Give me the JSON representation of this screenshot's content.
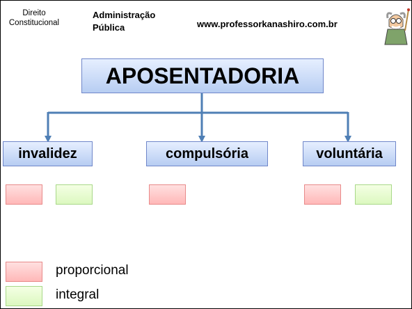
{
  "header": {
    "subject_line1": "Direito",
    "subject_line2": "Constitucional",
    "course_line1": "Administração",
    "course_line2": "Pública",
    "website": "www.professorkanashiro.com.br",
    "mascot_icon": "professor-mascot-icon"
  },
  "diagram": {
    "root": "APOSENTADORIA",
    "children": [
      {
        "label": "invalidez",
        "markers": [
          "proporcional",
          "integral"
        ]
      },
      {
        "label": "compulsória",
        "markers": [
          "proporcional"
        ]
      },
      {
        "label": "voluntária",
        "markers": [
          "proporcional",
          "integral"
        ]
      }
    ]
  },
  "legend": [
    {
      "label": "proporcional",
      "color": "#ffc8c8"
    },
    {
      "label": "integral",
      "color": "#e4fbd0"
    }
  ],
  "colors": {
    "box_fill": "#c9daf8",
    "box_border": "#6f86c9",
    "connector": "#4f7fb5"
  }
}
